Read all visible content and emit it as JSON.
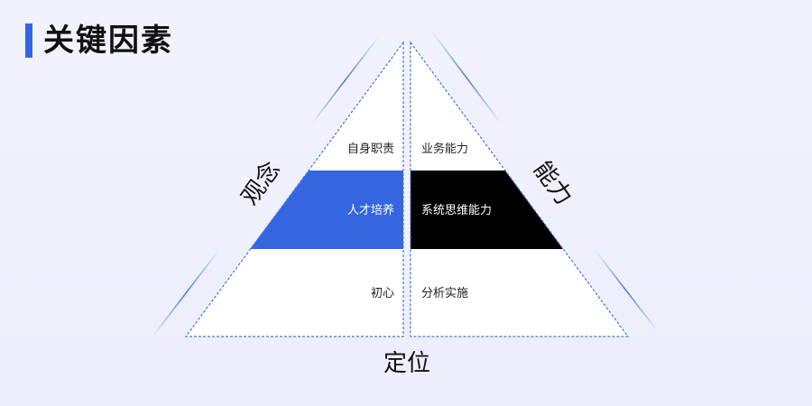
{
  "title": "关键因素",
  "side_labels": {
    "left": "观念",
    "right": "能力",
    "bottom": "定位"
  },
  "left_cells": {
    "top": "自身职责",
    "middle": "人才培养",
    "bottom": "初心"
  },
  "right_cells": {
    "top": "业务能力",
    "middle": "系统思维能力",
    "bottom": "分析实施"
  },
  "colors": {
    "accent_blue": "#3566e0",
    "band_black": "#000000",
    "outline_blue": "#4a78d8",
    "white": "#ffffff"
  }
}
